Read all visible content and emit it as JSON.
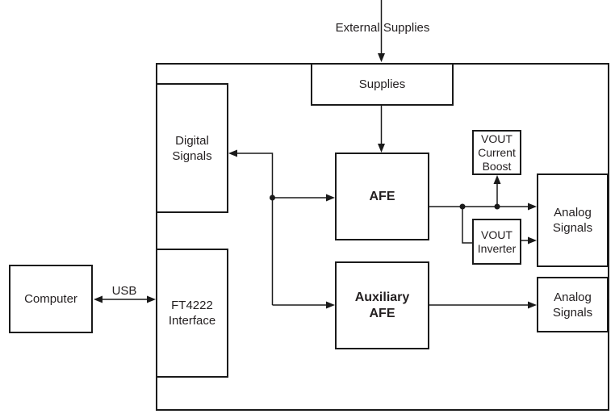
{
  "diagram": {
    "external_label": "External Supplies",
    "usb_label": "USB",
    "blocks": {
      "supplies": {
        "label": "Supplies"
      },
      "digital_signals": {
        "label": "Digital Signals"
      },
      "ft4222_interface": {
        "label": "FT4222 Interface"
      },
      "computer": {
        "label": "Computer"
      },
      "afe": {
        "label": "AFE"
      },
      "auxiliary_afe": {
        "label": "Auxiliary AFE"
      },
      "vout_current_boost": {
        "label": "VOUT Current Boost"
      },
      "vout_inverter": {
        "label": "VOUT Inverter"
      },
      "analog_signals_top": {
        "label": "Analog Signals"
      },
      "analog_signals_bottom": {
        "label": "Analog Signals"
      }
    },
    "edges": [
      {
        "from": "external_supplies",
        "to": "supplies",
        "arrow": "into-supplies"
      },
      {
        "from": "supplies",
        "to": "afe",
        "arrow": "into-afe"
      },
      {
        "from": "signal_bus",
        "to": "digital_signals",
        "arrow": "into-digital-signals"
      },
      {
        "from": "signal_bus",
        "to": "afe",
        "arrow": "into-afe"
      },
      {
        "from": "signal_bus",
        "to": "auxiliary_afe",
        "arrow": "into-auxiliary-afe"
      },
      {
        "from": "afe",
        "to": "analog_signals_top",
        "arrow": "into-analog-signals"
      },
      {
        "from": "afe_output_line",
        "to": "vout_current_boost",
        "arrow": "into-vout-current-boost"
      },
      {
        "from": "afe_output_line",
        "to": "vout_inverter",
        "arrow": "none"
      },
      {
        "from": "vout_inverter",
        "to": "analog_signals_top",
        "arrow": "into-analog-signals"
      },
      {
        "from": "auxiliary_afe",
        "to": "analog_signals_bottom",
        "arrow": "into-analog-signals"
      },
      {
        "from": "computer",
        "to": "ft4222_interface",
        "arrow": "bidirectional",
        "label": "USB"
      }
    ],
    "colors": {
      "line": "#1a1a1a",
      "text": "#231f20",
      "background": "#ffffff"
    }
  }
}
